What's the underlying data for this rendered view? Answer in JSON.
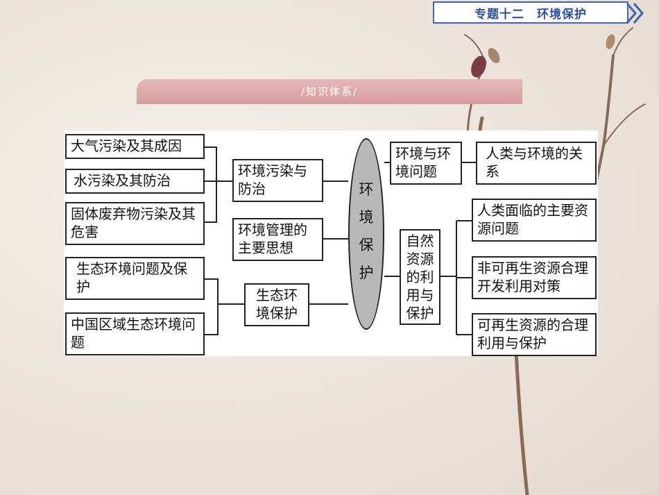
{
  "header": {
    "title": "专题十二　环境保护"
  },
  "banner": {
    "label": "/知识体系/"
  },
  "diagram": {
    "center": "环\n境\n保\n护",
    "left_top_items": [
      "大气污染及其成因",
      "水污染及其防治",
      "固体废弃物污染及其危害"
    ],
    "left_top_group": "环境污染与防治",
    "management": "环境管理的主要思想",
    "left_bottom_items": [
      "生态环境问题及保护",
      "中国区域生态环境问题"
    ],
    "left_bottom_group": "生态环境保护",
    "right_top_group": "环境与环境问题",
    "right_top_item": "人类与环境的关系",
    "right_bottom_group": "自然资源的利用与保护",
    "right_bottom_items": [
      "人类面临的主要资源问题",
      "非可再生资源合理开发利用对策",
      "可再生资源的合理利用与保护"
    ]
  }
}
